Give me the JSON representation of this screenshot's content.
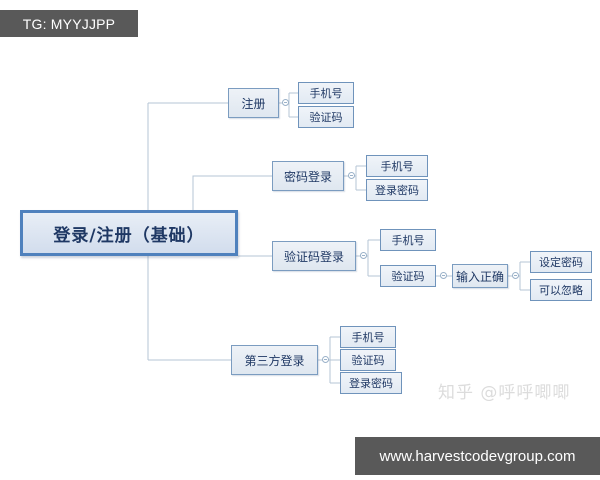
{
  "tag": {
    "label": "TG: MYYJJPP"
  },
  "footer": {
    "url": "www.harvestcodevgroup.com"
  },
  "watermark": {
    "text": "知乎 @呼呼唧唧"
  },
  "colors": {
    "node_fill": "#e6edf5",
    "node_border": "#7b9cc0",
    "root_border": "#4f81bd",
    "text": "#1f3864",
    "bar_background": "#595959",
    "bar_text": "#ffffff",
    "connector": "#b6c4d4",
    "canvas": "#ffffff"
  },
  "diagram": {
    "type": "mindmap",
    "root": {
      "id": "root",
      "label": "登录/注册（基础）"
    },
    "branches": [
      {
        "id": "register",
        "label": "注册",
        "children": [
          {
            "id": "register-phone",
            "label": "手机号"
          },
          {
            "id": "register-code",
            "label": "验证码"
          }
        ]
      },
      {
        "id": "password-login",
        "label": "密码登录",
        "children": [
          {
            "id": "pwd-phone",
            "label": "手机号"
          },
          {
            "id": "pwd-password",
            "label": "登录密码"
          }
        ]
      },
      {
        "id": "code-login",
        "label": "验证码登录",
        "children": [
          {
            "id": "code-phone",
            "label": "手机号"
          },
          {
            "id": "code-code",
            "label": "验证码",
            "children": [
              {
                "id": "input-correct",
                "label": "输入正确",
                "children": [
                  {
                    "id": "set-password",
                    "label": "设定密码"
                  },
                  {
                    "id": "can-skip",
                    "label": "可以忽略"
                  }
                ]
              }
            ]
          }
        ]
      },
      {
        "id": "third-party-login",
        "label": "第三方登录",
        "children": [
          {
            "id": "tp-phone",
            "label": "手机号"
          },
          {
            "id": "tp-code",
            "label": "验证码"
          },
          {
            "id": "tp-password",
            "label": "登录密码"
          }
        ]
      }
    ]
  }
}
